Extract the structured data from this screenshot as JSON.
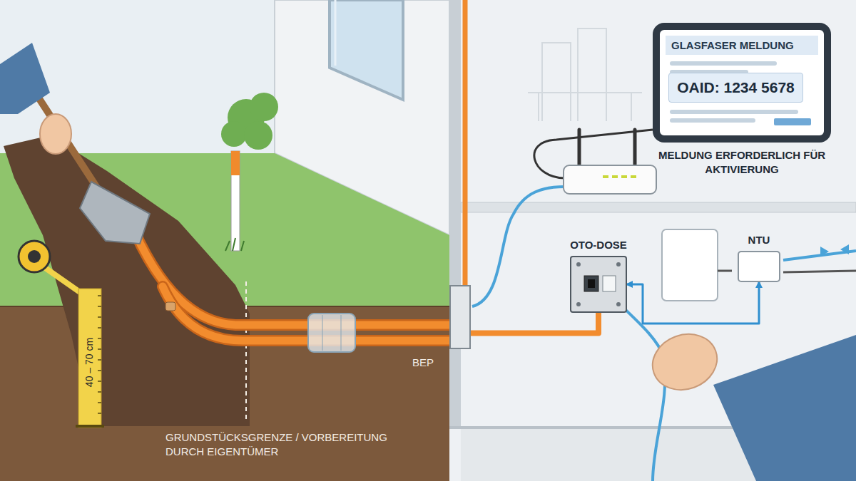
{
  "diagram": {
    "nodes": [
      {
        "text": [
          "GLASFASER MELDUNG"
        ]
      },
      {
        "text": [
          "OAID: 1234 5678"
        ],
        "in": 0
      },
      {
        "text": [
          "OTO-DOSE"
        ]
      },
      {
        "text": [
          "NTU"
        ]
      },
      {
        "text": [
          "BEP"
        ]
      }
    ],
    "edges": [
      {
        "from": 4,
        "to": 2,
        "arrow": "none"
      },
      {
        "from": 2,
        "to": 3,
        "arrow": "both"
      }
    ],
    "labels": [
      "MELDUNG ERFORDERLICH FÜR AKTIVIERUNG",
      "40 – 70 cm",
      "GRUNDSTÜCKSGRENZE / VORBEREITUNG DURCH EIGENTÜMER"
    ]
  }
}
